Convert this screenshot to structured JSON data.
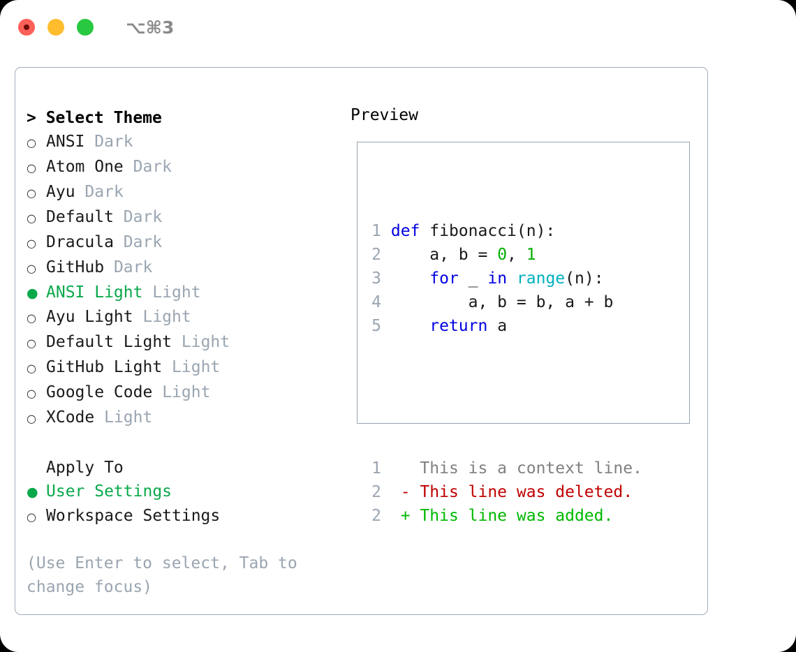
{
  "titlebar": {
    "shortcut": "⌥⌘3",
    "buttons": [
      "close",
      "minimize",
      "maximize"
    ]
  },
  "left_pane": {
    "heading": "> Select Theme",
    "themes": [
      {
        "bullet": "○",
        "name": "ANSI",
        "tag": "Dark",
        "selected": false
      },
      {
        "bullet": "○",
        "name": "Atom One",
        "tag": "Dark",
        "selected": false
      },
      {
        "bullet": "○",
        "name": "Ayu",
        "tag": "Dark",
        "selected": false
      },
      {
        "bullet": "○",
        "name": "Default",
        "tag": "Dark",
        "selected": false
      },
      {
        "bullet": "○",
        "name": "Dracula",
        "tag": "Dark",
        "selected": false
      },
      {
        "bullet": "○",
        "name": "GitHub",
        "tag": "Dark",
        "selected": false
      },
      {
        "bullet": "●",
        "name": "ANSI Light",
        "tag": "Light",
        "selected": true
      },
      {
        "bullet": "○",
        "name": "Ayu Light",
        "tag": "Light",
        "selected": false
      },
      {
        "bullet": "○",
        "name": "Default Light",
        "tag": "Light",
        "selected": false
      },
      {
        "bullet": "○",
        "name": "GitHub Light",
        "tag": "Light",
        "selected": false
      },
      {
        "bullet": "○",
        "name": "Google Code",
        "tag": "Light",
        "selected": false
      },
      {
        "bullet": "○",
        "name": "XCode",
        "tag": "Light",
        "selected": false
      }
    ],
    "apply_to_label": "Apply To",
    "apply_to_options": [
      {
        "bullet": "●",
        "name": "User Settings",
        "selected": true
      },
      {
        "bullet": "○",
        "name": "Workspace Settings",
        "selected": false
      }
    ],
    "hint": "(Use Enter to select, Tab to change focus)"
  },
  "right_pane": {
    "title": "Preview",
    "code_lines": [
      {
        "n": "1",
        "tokens": [
          {
            "t": "def ",
            "c": "kw"
          },
          {
            "t": "fibonacci(n):",
            "c": "plain"
          }
        ]
      },
      {
        "n": "2",
        "tokens": [
          {
            "t": "    a, b = ",
            "c": "plain"
          },
          {
            "t": "0",
            "c": "num"
          },
          {
            "t": ", ",
            "c": "plain"
          },
          {
            "t": "1",
            "c": "num"
          }
        ]
      },
      {
        "n": "3",
        "tokens": [
          {
            "t": "    ",
            "c": "plain"
          },
          {
            "t": "for",
            "c": "kw"
          },
          {
            "t": " _ ",
            "c": "plain"
          },
          {
            "t": "in",
            "c": "kw"
          },
          {
            "t": " ",
            "c": "plain"
          },
          {
            "t": "range",
            "c": "bi"
          },
          {
            "t": "(n):",
            "c": "plain"
          }
        ]
      },
      {
        "n": "4",
        "tokens": [
          {
            "t": "        a, b = b, a + b",
            "c": "plain"
          }
        ]
      },
      {
        "n": "5",
        "tokens": [
          {
            "t": "    ",
            "c": "plain"
          },
          {
            "t": "return",
            "c": "kw"
          },
          {
            "t": " a",
            "c": "plain"
          }
        ]
      }
    ],
    "diff_lines": [
      {
        "n": "1",
        "marker": "  ",
        "text": "This is a context line.",
        "c": "ctx"
      },
      {
        "n": "2",
        "marker": "- ",
        "text": "This line was deleted.",
        "c": "del"
      },
      {
        "n": "2",
        "marker": "+ ",
        "text": "This line was added.",
        "c": "add"
      }
    ]
  },
  "colors": {
    "accent_green": "#09a84a",
    "muted_gray": "#9aa5b1",
    "keyword_blue": "#0000e0",
    "builtin_cyan": "#00b0c0",
    "number_green": "#00b000",
    "diff_delete_red": "#c00000",
    "diff_add_green": "#00b800",
    "border": "#a3acba"
  }
}
